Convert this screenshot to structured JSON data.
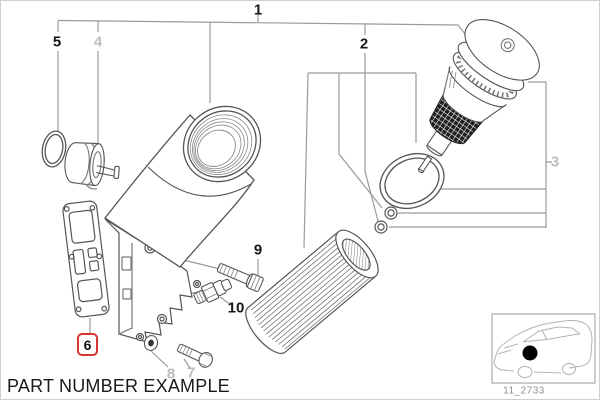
{
  "caption": "PART NUMBER EXAMPLE",
  "inset": {
    "code": "11_2733"
  },
  "colors": {
    "highlight_red": "#d93434",
    "active_label": "#161616",
    "inactive_label": "#bdbdbd",
    "leader_line": "#9b9b9b",
    "drawing_line": "#555555"
  },
  "callouts": [
    {
      "label": "1",
      "state": "active"
    },
    {
      "label": "2",
      "state": "active"
    },
    {
      "label": "3",
      "state": "inactive"
    },
    {
      "label": "4",
      "state": "inactive"
    },
    {
      "label": "5",
      "state": "active"
    },
    {
      "label": "6",
      "state": "active-highlighted"
    },
    {
      "label": "7",
      "state": "inactive"
    },
    {
      "label": "8",
      "state": "inactive"
    },
    {
      "label": "9",
      "state": "active"
    },
    {
      "label": "10",
      "state": "active"
    }
  ]
}
